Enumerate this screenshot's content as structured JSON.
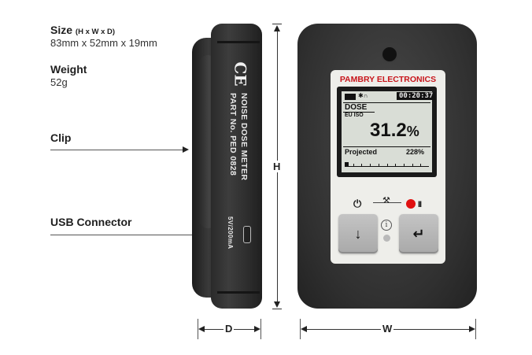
{
  "specs": {
    "size_label": "Size",
    "size_sub": "(H x W x D)",
    "size_value": "83mm x 52mm x 19mm",
    "weight_label": "Weight",
    "weight_value": "52g"
  },
  "callouts": {
    "clip": "Clip",
    "usb": "USB Connector"
  },
  "side_view": {
    "mark": "CE",
    "line1": "NOISE DOSE METER",
    "line2": "PART No. PED 0828",
    "port_label": "5V/200mA"
  },
  "front_view": {
    "brand": "PAMBRY ELECTRONICS",
    "time": "00:20:37",
    "mode": "DOSE",
    "standard": "EU ISO",
    "value": "31.2",
    "unit": "%",
    "projected_label": "Projected",
    "projected_value": "228%",
    "progress_fraction": 0.05,
    "btn_left": "↓",
    "btn_right": "↵",
    "power_symbol": "⏻",
    "info_symbol": "i",
    "pause_symbol": "II",
    "brand_color": "#c8151b",
    "record_color": "#e01010"
  },
  "dimensions": {
    "height": "H",
    "width": "W",
    "depth": "D"
  }
}
